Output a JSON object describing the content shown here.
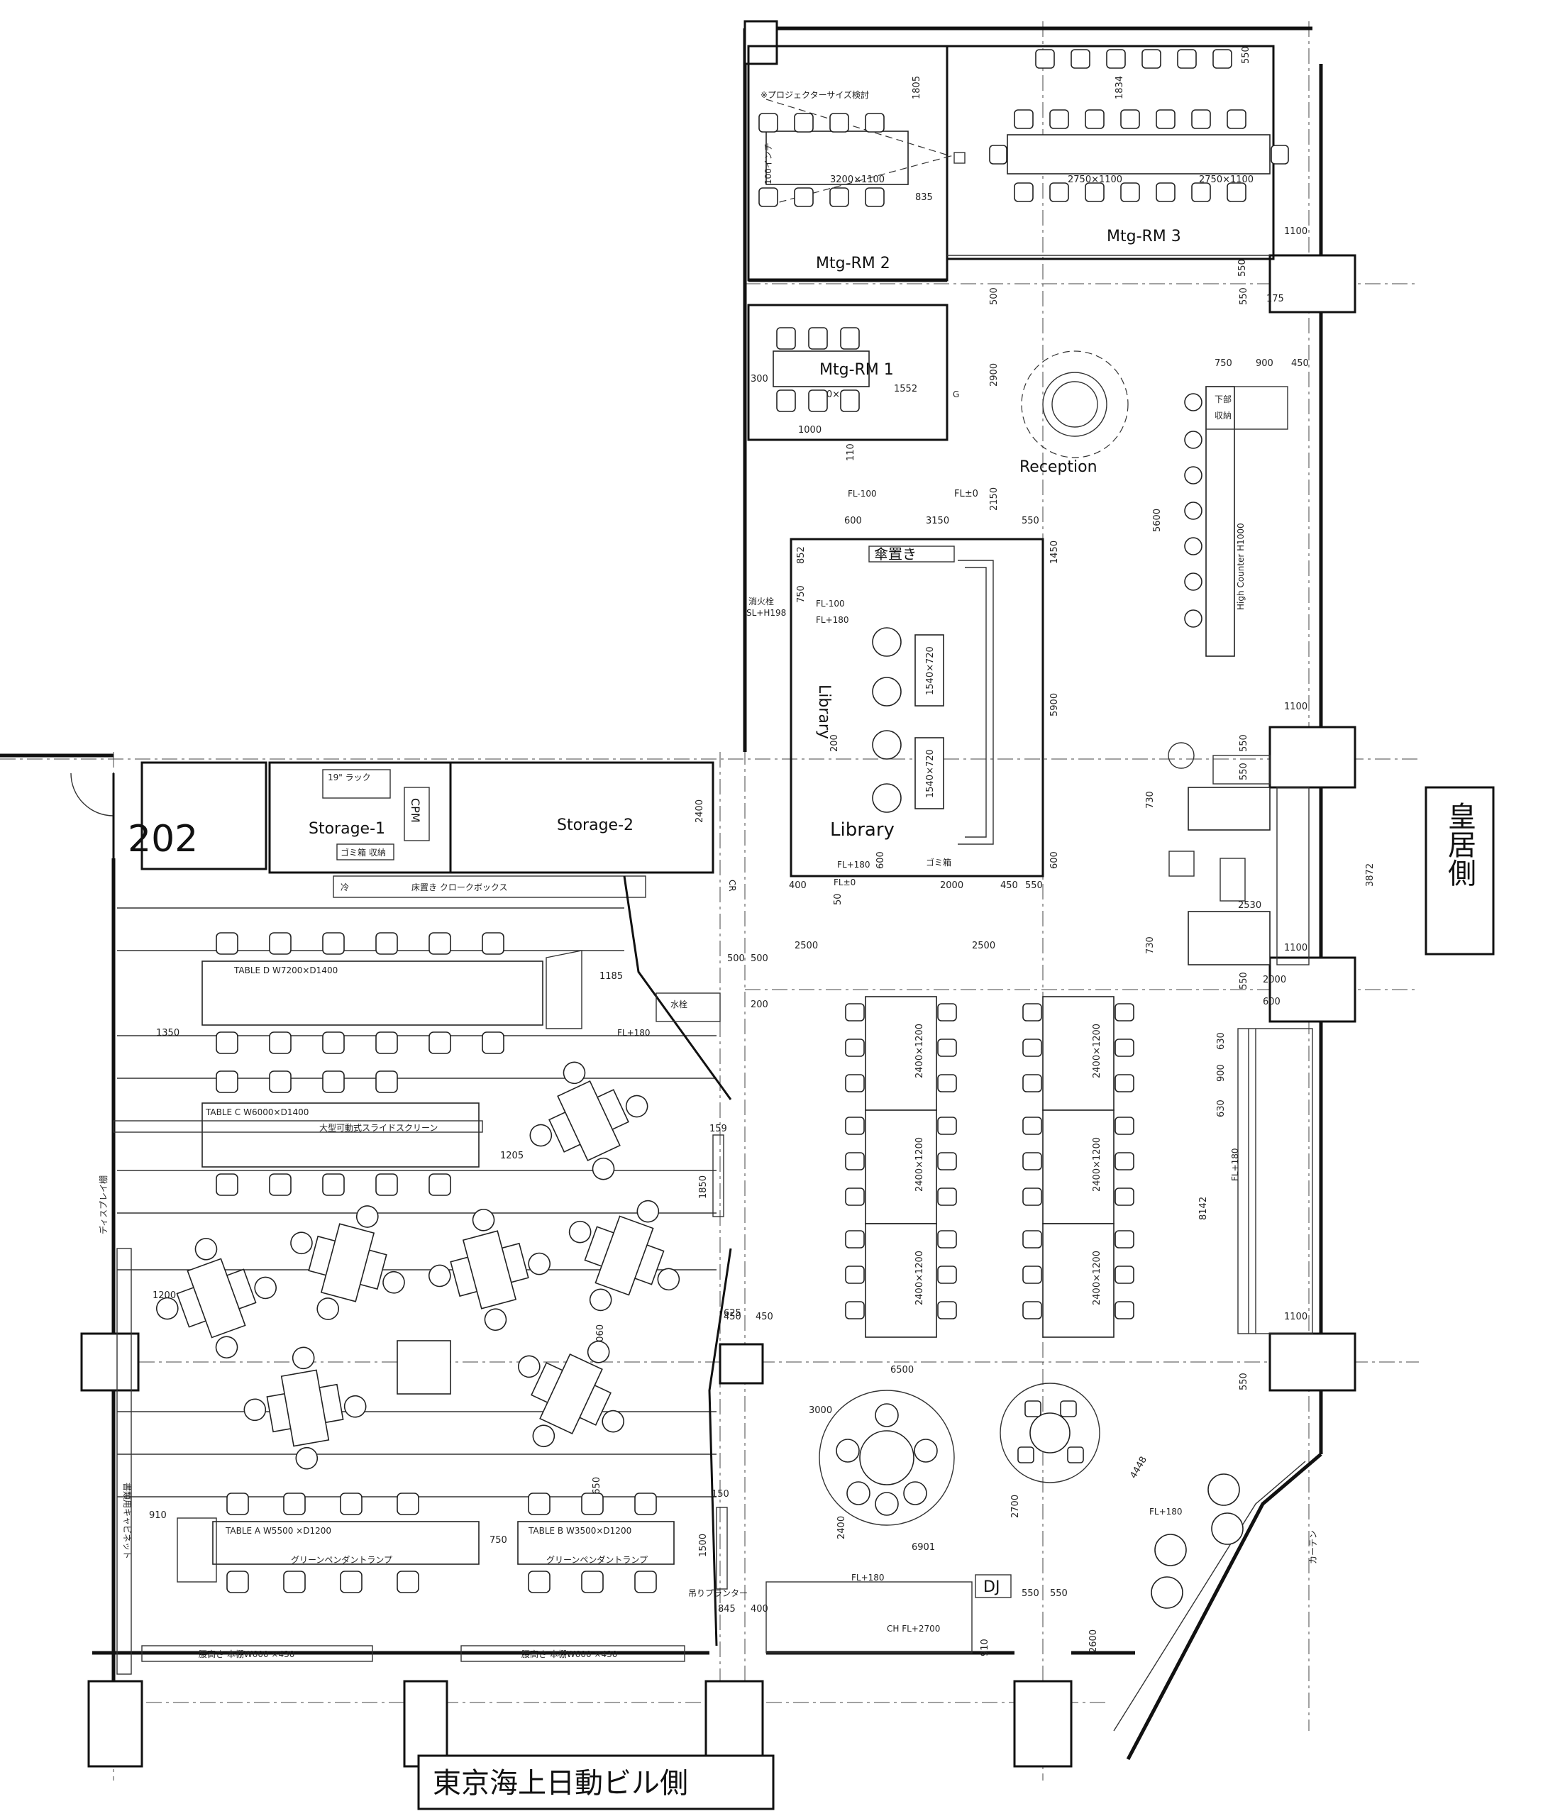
{
  "rooms": {
    "mtg2": "Mtg-RM 2",
    "mtg3": "Mtg-RM 3",
    "mtg1": "Mtg-RM 1",
    "reception": "Reception",
    "library_vertical": "Library",
    "library": "Library",
    "storage1": "Storage-1",
    "storage2": "Storage-2",
    "room202": "202",
    "cpm": "CPM",
    "dj": "DJ"
  },
  "side_labels": {
    "right": "皇居側",
    "bottom": "東京海上日動ビル側"
  },
  "tables": {
    "mtg2_table": "3200×1100",
    "mtg3_table_a": "2750×1100",
    "mtg3_table_b": "2750×1100",
    "mtg1_table": "2200×900",
    "lib_table_a": "1540×720",
    "lib_table_b": "1540×720",
    "table_d": "TABLE D W7200×D1400",
    "table_c": "TABLE C W6000×D1400",
    "table_a": "TABLE A W5500 ×D1200",
    "table_b": "TABLE B W3500×D1200",
    "rt1": "2400×1200",
    "rt2": "2400×1200",
    "rt3": "2400×1200",
    "rt4": "2400×1200",
    "rt5": "2400×1200",
    "rt6": "2400×1200"
  },
  "notes": {
    "projector": "※プロジェクターサイズ検討",
    "inch100": "100インチ",
    "umbrella": "傘置き",
    "fire": "消火栓",
    "fire_sl": "SL+H198",
    "lower_storage_1": "下部",
    "lower_storage_2": "収納",
    "high_counter": "High Counter H1000",
    "rack": "19\" ラック",
    "trash_storage": "ゴミ箱 収納",
    "floor_cloak": "床置き クロークボックス",
    "cold": "冷",
    "trash": "ゴミ箱",
    "pendant_a": "グリーンペンダントランプ",
    "pendant_b": "グリーンペンダントランプ",
    "display": "ディスプレイ棚",
    "cabinet": "書類用キャビネット",
    "planter": "吊りプランター",
    "shelf_a": "腰高さ 本棚W600 ×430",
    "shelf_b": "腰高さ 本棚W600 ×430",
    "screen_bar": "大型可動式スライドスクリーン",
    "water": "水栓",
    "curtain": "カーテン",
    "ch": "CH FL+2700",
    "fl_m100_a": "FL-100",
    "fl_m100_b": "FL-100",
    "fl_p180_a": "FL+180",
    "fl_p180_b": "FL+180",
    "fl_p180_c": "FL+180",
    "fl_p180_d": "FL+180",
    "fl_p180_e": "FL+180",
    "fl_p180_f": "FL+180",
    "fl_zero_a": "FL±0",
    "fl_zero_b": "FL±0",
    "cr": "CR",
    "g": "G"
  },
  "dims": {
    "d1805": "1805",
    "d835": "835",
    "d1834": "1834",
    "d550a": "550",
    "d1100a": "1100",
    "d550b": "550",
    "d175": "175",
    "d500": "500",
    "d2900": "2900",
    "d1552": "1552",
    "d300": "300",
    "d1000": "1000",
    "d110": "110",
    "d2150": "2150",
    "d750a": "750",
    "d900a": "900",
    "d450a": "450",
    "d5600": "5600",
    "d600a": "600",
    "d3150": "3150",
    "d550c": "550",
    "d1450": "1450",
    "d852": "852",
    "d750b": "750",
    "d5900": "5900",
    "d1100b": "1100",
    "d550d": "550",
    "d550e": "550",
    "d730a": "730",
    "d2530": "2530",
    "d730b": "730",
    "d3872": "3872",
    "d1100c": "1100",
    "d2000a": "2000",
    "d600b": "600",
    "d400": "400",
    "d2000b": "2000",
    "d450b": "450",
    "d550f": "550",
    "d600c": "600",
    "d2400a": "2400",
    "d500b": "500",
    "d500c": "500",
    "d2500a": "2500",
    "d2500b": "2500",
    "d1185": "1185",
    "d200": "200",
    "d1350": "1350",
    "d1205": "1205",
    "d159": "159",
    "d1850": "1850",
    "d550g": "550",
    "d600d": "600",
    "d630a": "630",
    "d900b": "900",
    "d630b": "630",
    "d8142": "8142",
    "d1200": "1200",
    "d625": "625",
    "d450c": "450",
    "d450d": "450",
    "d1060": "1060",
    "d1100d": "1100",
    "d550h": "550",
    "d6500": "6500",
    "d3000": "3000",
    "d4448": "4448",
    "d2400b": "2400",
    "d2700": "2700",
    "d6901": "6901",
    "d1650": "1650",
    "d910a": "910",
    "d750c": "750",
    "d150": "150",
    "d1500": "1500",
    "d845": "845",
    "d400b": "400",
    "d550i": "550",
    "d550j": "550",
    "d2600": "2600",
    "d910b": "910",
    "d200b": "200",
    "d50": "50"
  }
}
